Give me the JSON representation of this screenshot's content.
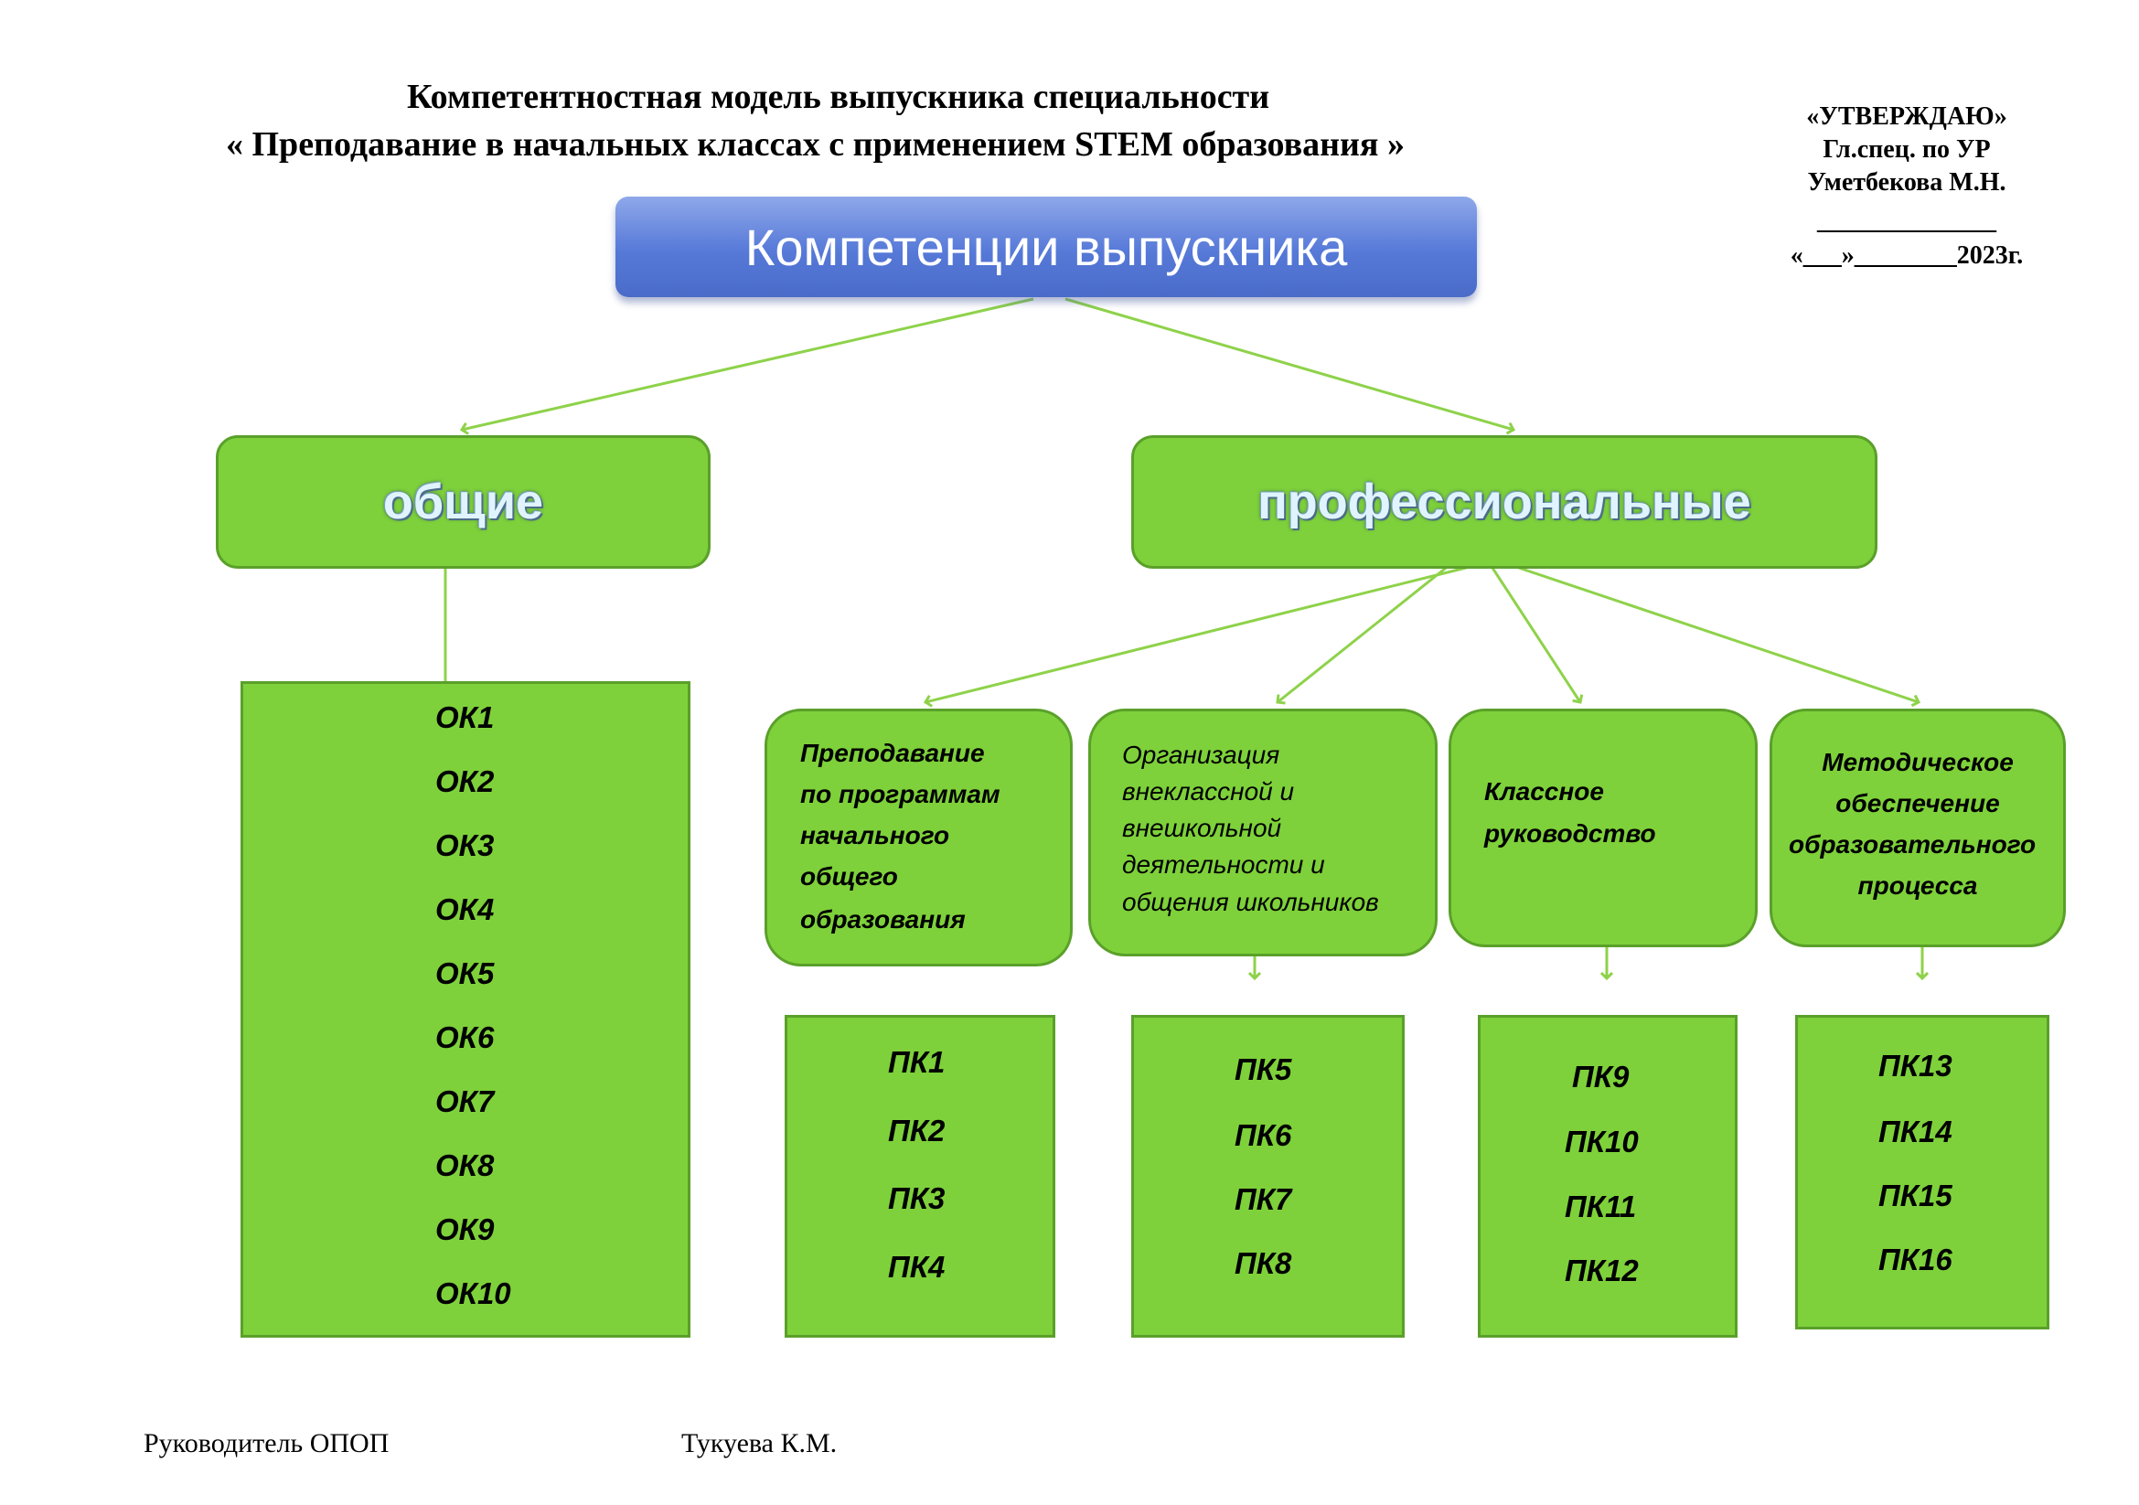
{
  "header": {
    "title_line1": "Компетентностная модель  выпускника специальности",
    "title_line2": "« Преподавание в начальных классах с применением STEM образования »"
  },
  "approval": {
    "line1": "«УТВЕРЖДАЮ»",
    "line2": "Гл.спец. по УР",
    "line3": "Уметбекова М.Н.",
    "line4": "______________",
    "line5": "«___»________2023г."
  },
  "diagram": {
    "root": "Компетенции выпускника",
    "general": {
      "label": "общие",
      "items": [
        "ОК1",
        "ОК2",
        "ОК3",
        "ОК4",
        "ОК5",
        "ОК6",
        "ОК7",
        "ОК8",
        "ОК9",
        "ОК10"
      ]
    },
    "professional": {
      "label": "профессиональные",
      "groups": [
        {
          "lines": [
            "Преподавание",
            "по программам",
            "начального",
            "общего",
            "образования"
          ],
          "items": [
            "ПК1",
            "ПК2",
            "ПК3",
            "ПК4"
          ]
        },
        {
          "lines": [
            "Организация",
            "внеклассной и",
            "внешкольной",
            "деятельности и",
            "общения школьников"
          ],
          "items": [
            "ПК5",
            "ПК6",
            "ПК7",
            "ПК8"
          ]
        },
        {
          "lines": [
            "Классное",
            "руководство"
          ],
          "items": [
            "ПК9",
            "ПК10",
            "ПК11",
            "ПК12"
          ]
        },
        {
          "lines": [
            "Методическое",
            "обеспечение",
            "образовательного",
            "процесса"
          ],
          "items": [
            "ПК13",
            "ПК14",
            "ПК15",
            "ПК16"
          ]
        }
      ]
    },
    "colors": {
      "box_green": "#7ed13a",
      "line_green": "#8ed24a",
      "root_blue": "#5679d8"
    }
  },
  "footer": {
    "role": "Руководитель ОПОП",
    "name": "Тукуева К.М."
  }
}
